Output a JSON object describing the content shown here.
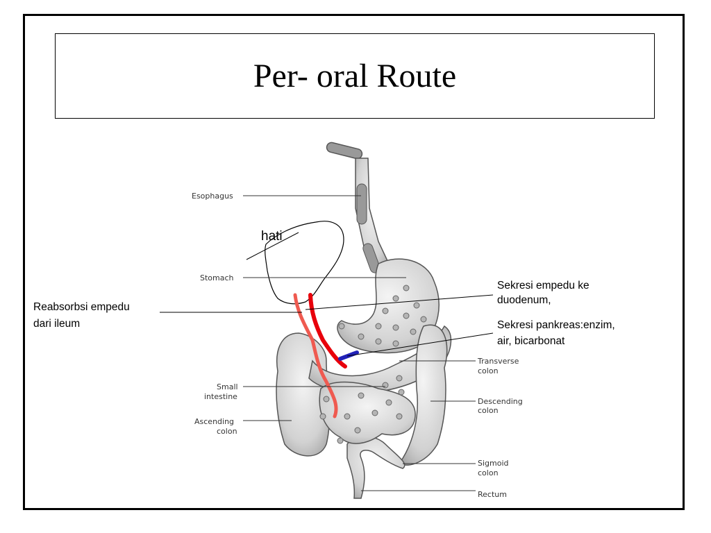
{
  "slide": {
    "title": "Per- oral Route"
  },
  "diagram": {
    "organ_labels": {
      "esophagus": "Esophagus",
      "stomach": "Stomach",
      "small_intestine_1": "Small",
      "small_intestine_2": "intestine",
      "ascending_colon_1": "Ascending",
      "ascending_colon_2": "colon",
      "transverse_colon_1": "Transverse",
      "transverse_colon_2": "colon",
      "descending_colon_1": "Descending",
      "descending_colon_2": "colon",
      "sigmoid_colon_1": "Sigmoid",
      "sigmoid_colon_2": "colon",
      "rectum": "Rectum"
    },
    "liver_label": "hati",
    "annotations": {
      "bile_secretion_1": "Sekresi empedu ke",
      "bile_secretion_2": "duodenum,",
      "pancreas_secretion_1": "Sekresi pankreas:enzim,",
      "pancreas_secretion_2": "air, bicarbonat",
      "bile_reabsorption_1": "Reabsorbsi empedu",
      "bile_reabsorption_2": "dari ileum"
    },
    "colors": {
      "bile_secretion_path": "#e8000b",
      "bile_reabsorption_path": "#ef5a50",
      "pancreatic_duct": "#2222b8",
      "organ_fill": "#d2d2d2",
      "organ_outline": "#555555"
    }
  }
}
